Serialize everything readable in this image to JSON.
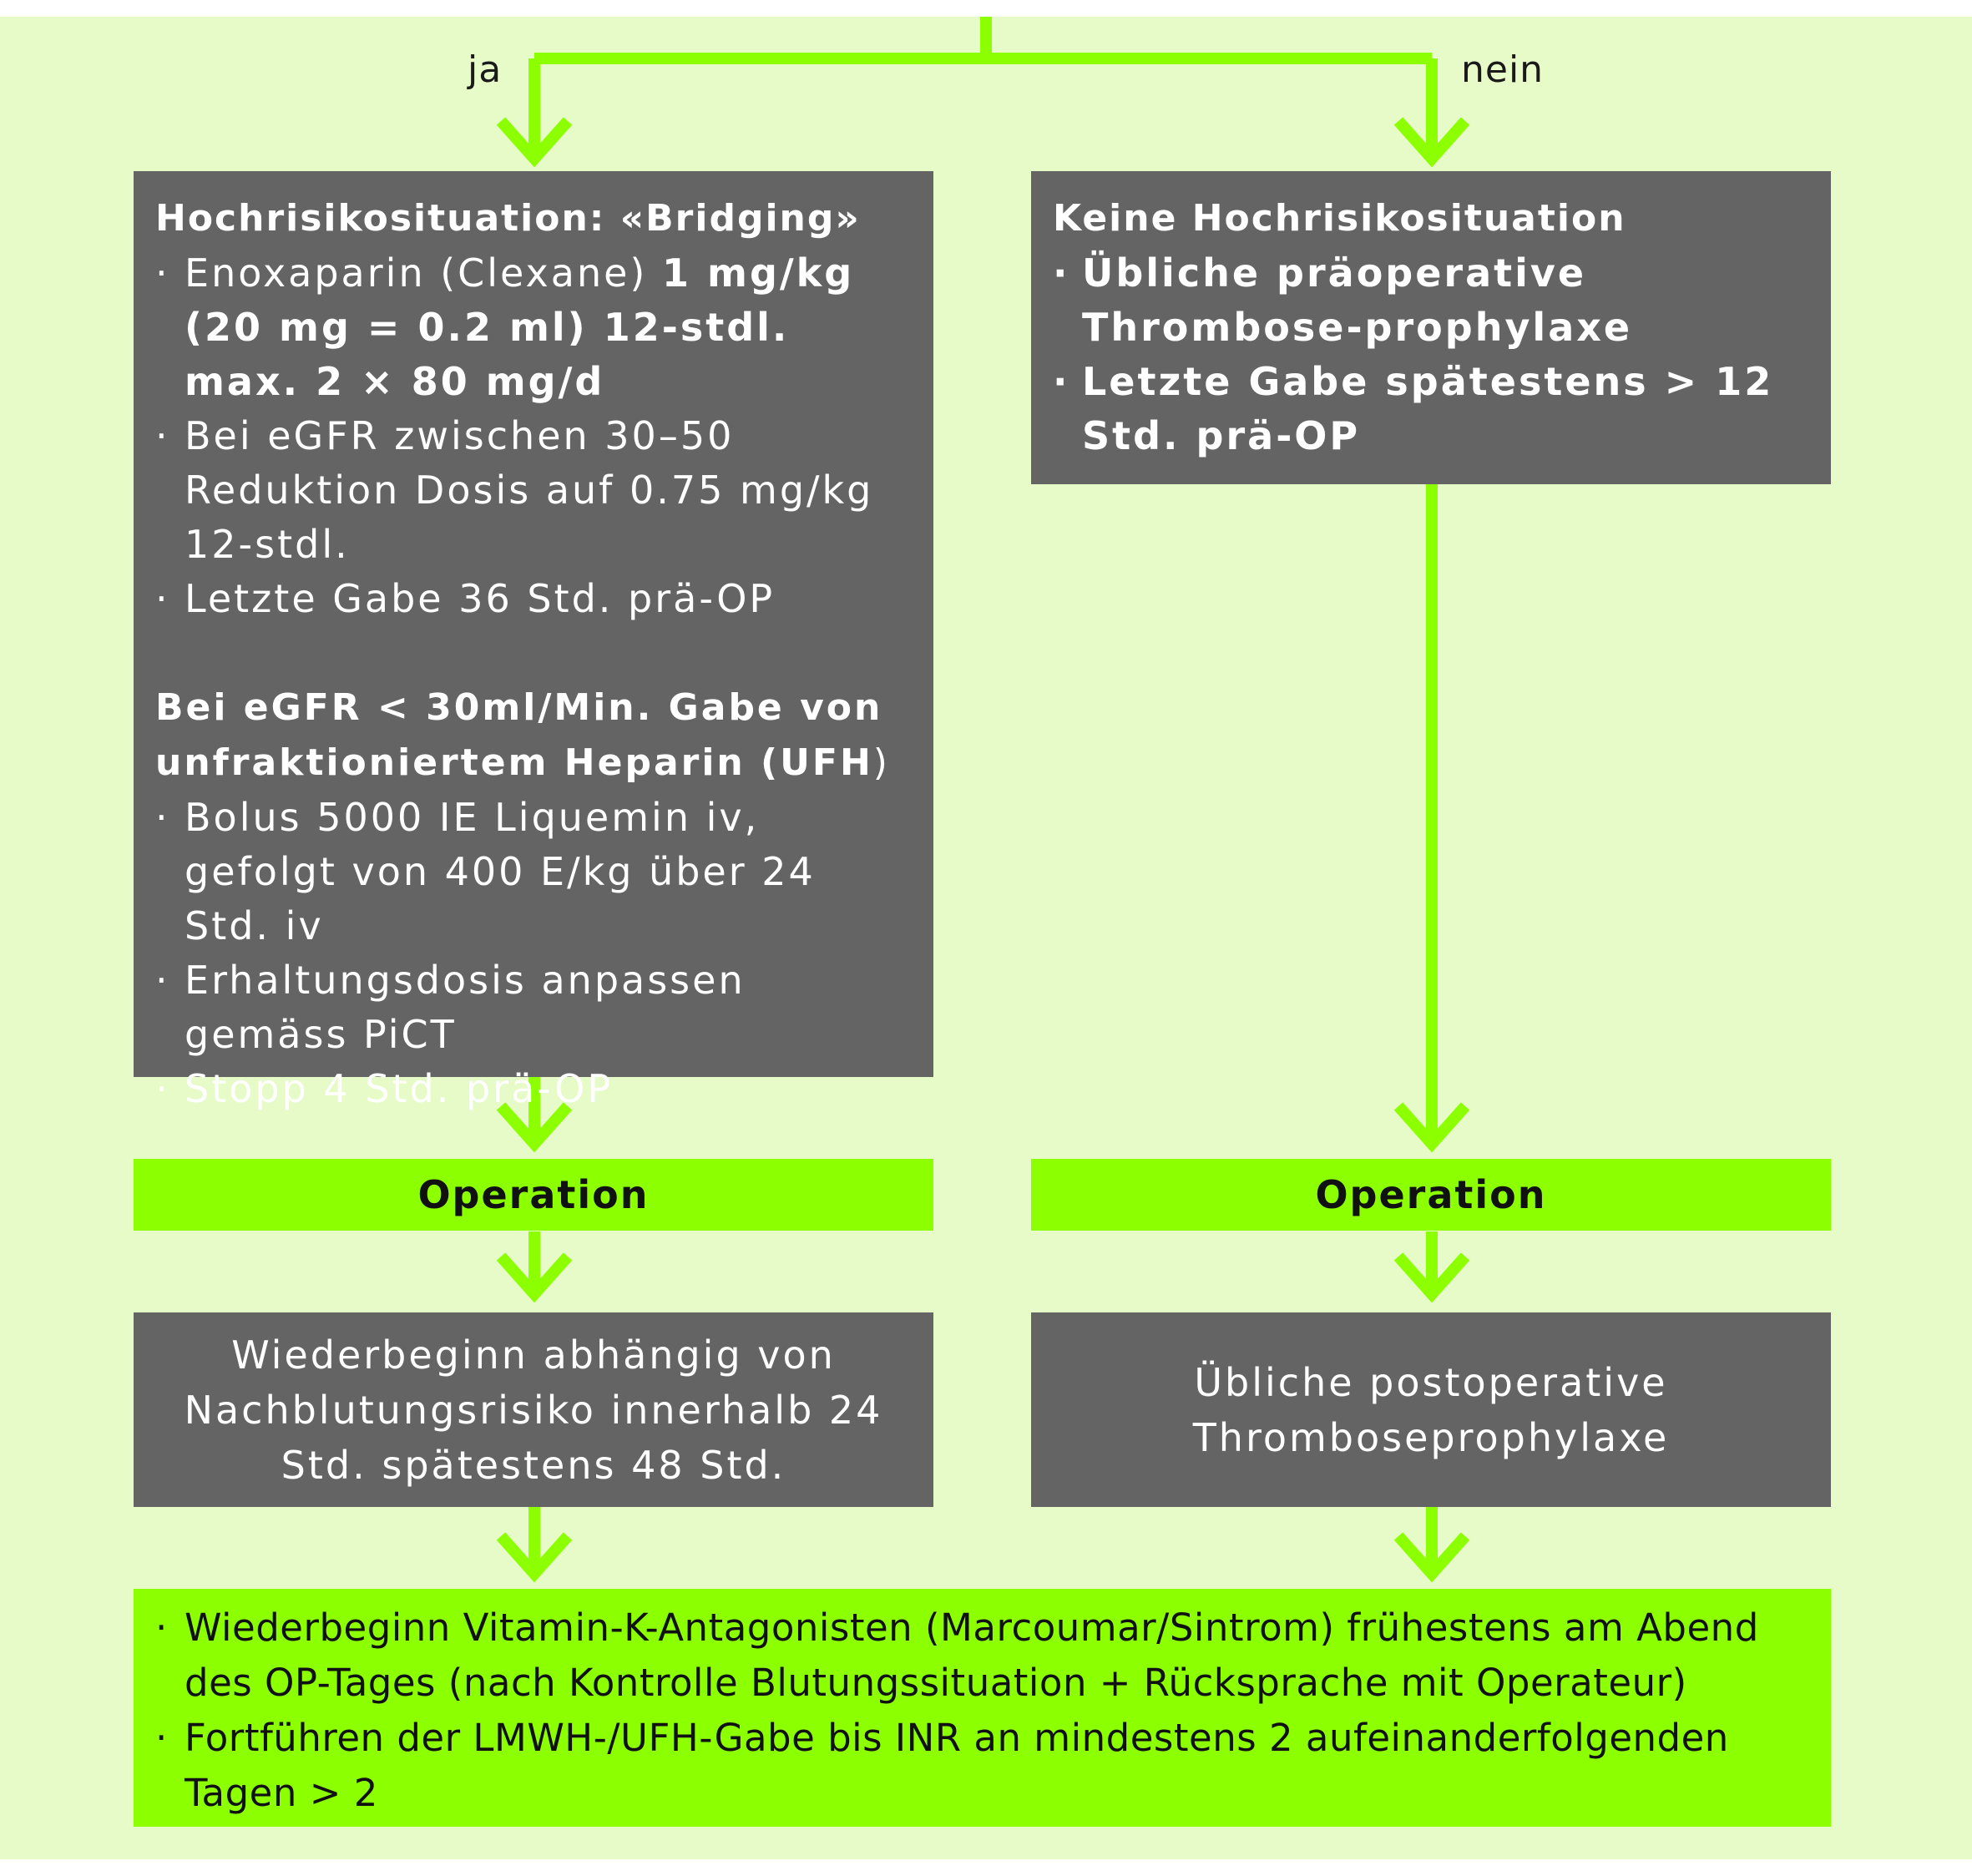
{
  "branches": {
    "yes_label": "ja",
    "no_label": "nein"
  },
  "left_box": {
    "title": "Hochrisikosituation: «Bridging»",
    "item1_normal": "Enoxaparin (Clexane) ",
    "item1_bold": "1 mg/kg (20 mg = 0.2 ml) 12-stdl. max. 2 × 80 mg/d",
    "item2": "Bei eGFR zwischen 30–50 Reduktion Dosis auf 0.75 mg/kg 12-stdl.",
    "item3": "Letzte Gabe 36 Std. prä-OP",
    "section2_title_bold": "Bei eGFR < 30ml/Min. Gabe von unfraktioniertem Heparin (UFH",
    "section2_title_end": ")",
    "item4": "Bolus 5000 IE Liquemin iv, gefolgt von 400 E/kg über 24 Std. iv",
    "item5": "Erhaltungsdosis anpassen gemäss PiCT",
    "item6": "Stopp 4 Std. prä-OP"
  },
  "right_box": {
    "title": "Keine Hochrisikosituation",
    "item1": "Übliche präoperative Thrombose-prophylaxe",
    "item2": "Letzte Gabe spätestens > 12 Std. prä-OP"
  },
  "operation_left": "Operation",
  "operation_right": "Operation",
  "post_left": "Wiederbeginn abhängig von Nachblutungsrisiko innerhalb 24 Std. spätestens 48 Std.",
  "post_right": "Übliche postoperative Thromboseprophylaxe",
  "final_box": {
    "item1": "Wiederbeginn Vitamin-K-Antagonisten (Marcoumar/Sintrom) frühestens am Abend des OP-Tages (nach Kontrolle Blutungssituation + Rücksprache mit Operateur)",
    "item2": "Fortführen der LMWH-/UFH-Gabe bis INR an mindestens 2 aufeinanderfolgenden Tagen > 2"
  },
  "colors": {
    "background": "#e6fbc8",
    "accent": "#8cff00",
    "box_dark": "#646464"
  }
}
